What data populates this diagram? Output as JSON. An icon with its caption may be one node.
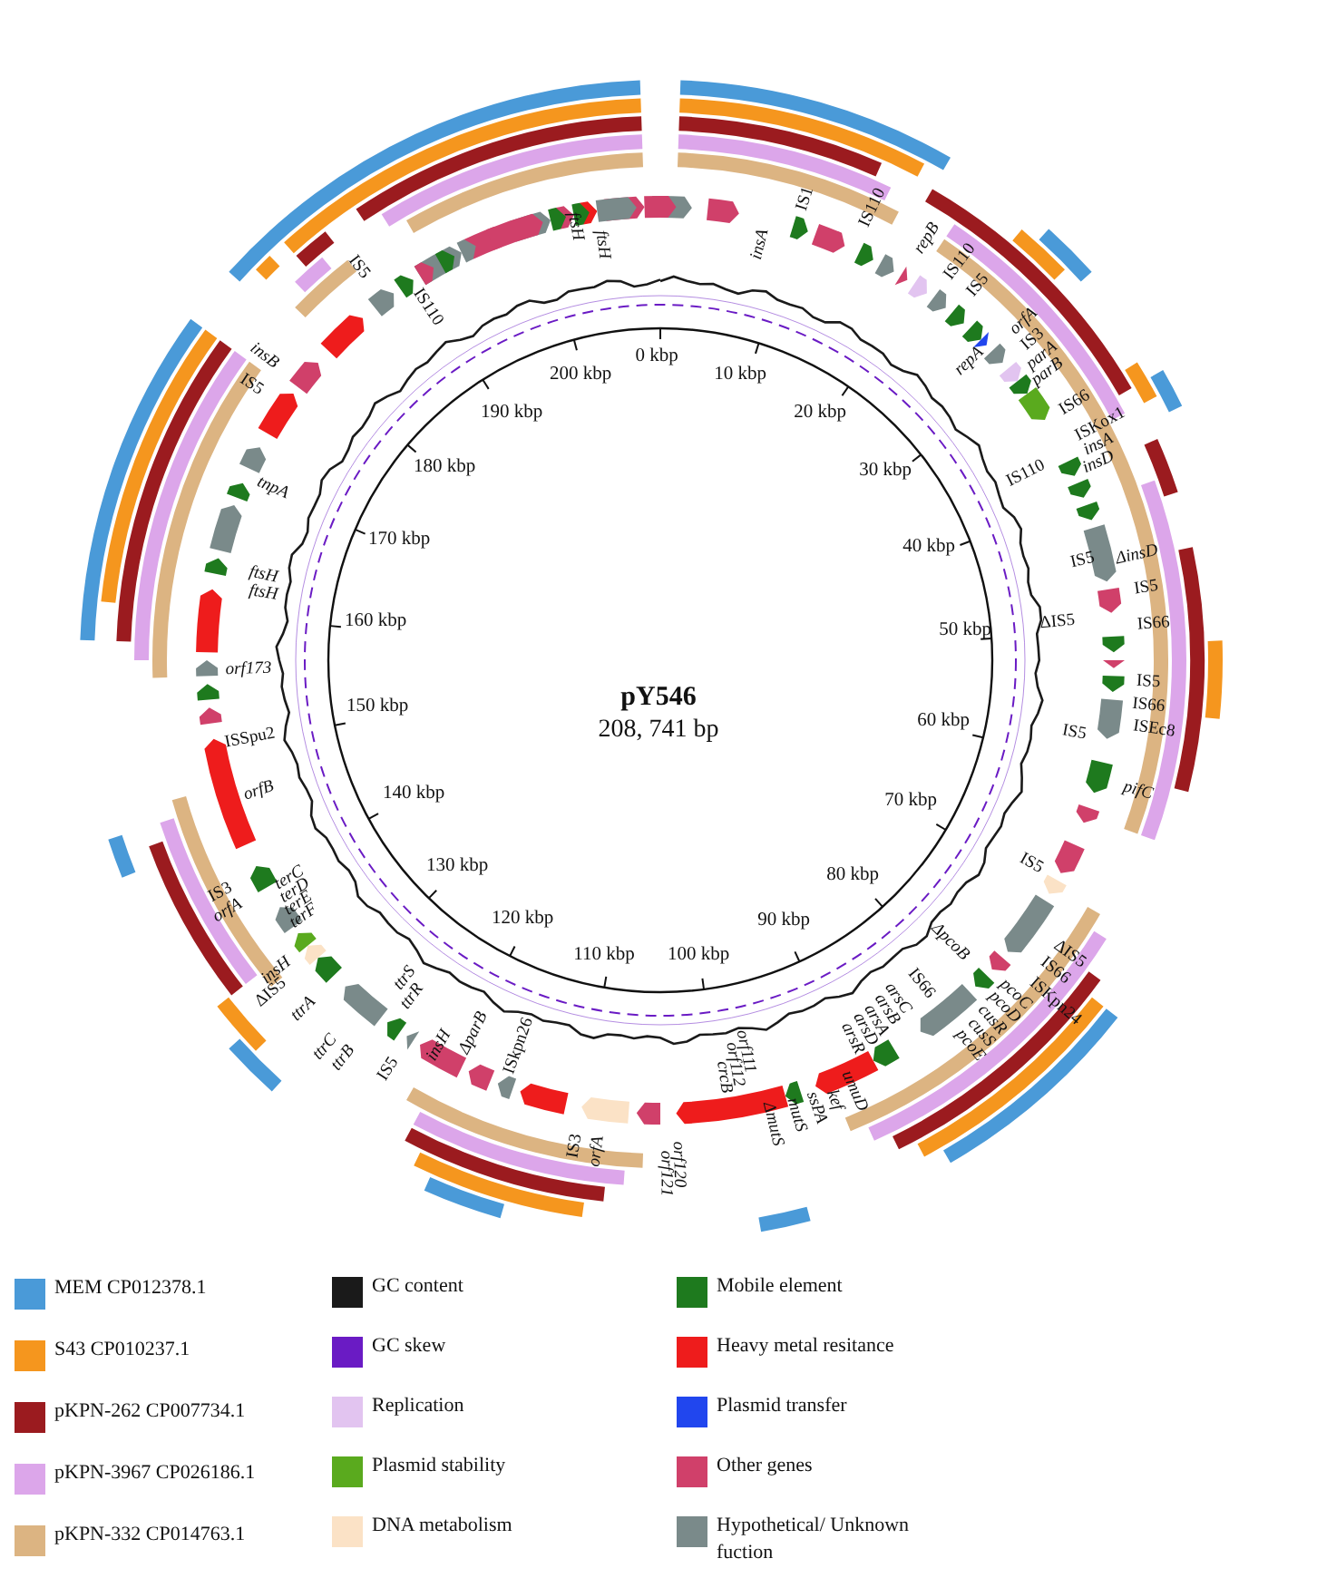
{
  "diagram": {
    "labels": [
      "pY546",
      "208, 741 bp",
      "0 kbp",
      "10 kbp",
      "20 kbp",
      "30 kbp",
      "40 kbp",
      "50 kbp",
      "60 kbp",
      "70 kbp",
      "80 kbp",
      "90 kbp",
      "100 kbp",
      "110 kbp",
      "120 kbp",
      "130 kbp",
      "140 kbp",
      "150 kbp",
      "160 kbp",
      "170 kbp",
      "180 kbp",
      "190 kbp",
      "200 kbp",
      "*insA*",
      "IS1",
      "IS110",
      "*repB*",
      "IS110",
      "IS5",
      "*repA*",
      "*orfA*",
      "IS3",
      "*parA*",
      "*parB*",
      "IS66",
      "ISKox1",
      "*insA*",
      "*insD*",
      "IS110",
      "IS5",
      "*ΔinsD*",
      "IS5",
      "ΔIS5",
      "IS66",
      "IS5",
      "IS66",
      "ISEc8",
      "IS5",
      "*pifC*",
      "IS5",
      "*ΔpcoB*",
      "ΔIS5",
      "IS66",
      "ISKpn24",
      "*pcoC*",
      "*pcoD*",
      "*cusR*",
      "*cusS*",
      "*pcoE*",
      "IS66",
      "*arsC*",
      "*arsB*",
      "*arsA*",
      "*arsD*",
      "*arsR*",
      "*umuD*",
      "*kef*",
      "*ssPA*",
      "*mutS*",
      "*ΔmutS*",
      "*orf111*",
      "*orf112*",
      "*crcB*",
      "*orf120*",
      "*orf121*",
      "*orfA*",
      "IS3",
      "ISkpn26",
      "*ΔparB*",
      "*insH*",
      "IS5",
      "*ttrS*",
      "*ttrR*",
      "*ttrC*",
      "*ttrB*",
      "*ttrA*",
      "*insH*",
      "ΔIS5",
      "*terC*",
      "*terD*",
      "*terE*",
      "*terF*",
      "IS3",
      "*orfA*",
      "*orfB*",
      "ISSpu2",
      "*orf173*",
      "*ftsH*",
      "*ftsH*",
      "*tnpA*",
      "IS5",
      "*insB*",
      "IS5",
      "IS110",
      "*ftsH*",
      "*ftsH*"
    ],
    "legend": [
      {
        "text": "MEM CP012378.1",
        "color": "#4a9ad8"
      },
      {
        "text": "S43 CP010237.1",
        "color": "#f5961e"
      },
      {
        "text": "pKPN-262 CP007734.1",
        "color": "#9b1b1f"
      },
      {
        "text": "pKPN-3967 CP026186.1",
        "color": "#dca6ea"
      },
      {
        "text": "pKPN-332 CP014763.1",
        "color": "#dcb482"
      },
      {
        "text": "GC content",
        "color": "#1a1a1a"
      },
      {
        "text": "GC skew",
        "color": "#6a1bc4"
      },
      {
        "text": "Replication",
        "color": "#e2c4f0"
      },
      {
        "text": "Plasmid stability",
        "color": "#5aaa1e"
      },
      {
        "text": "DNA metabolism",
        "color": "#fbe2c6"
      },
      {
        "text": "Mobile element",
        "color": "#1e7a1e"
      },
      {
        "text": "Heavy metal resitance",
        "color": "#ee1c1c"
      },
      {
        "text": "Plasmid transfer",
        "color": "#2146ee"
      },
      {
        "text": "Other genes",
        "color": "#d0406a"
      },
      {
        "text": "Hypothetical/ Unknown fuction",
        "color": "#7a8a8a"
      }
    ]
  }
}
